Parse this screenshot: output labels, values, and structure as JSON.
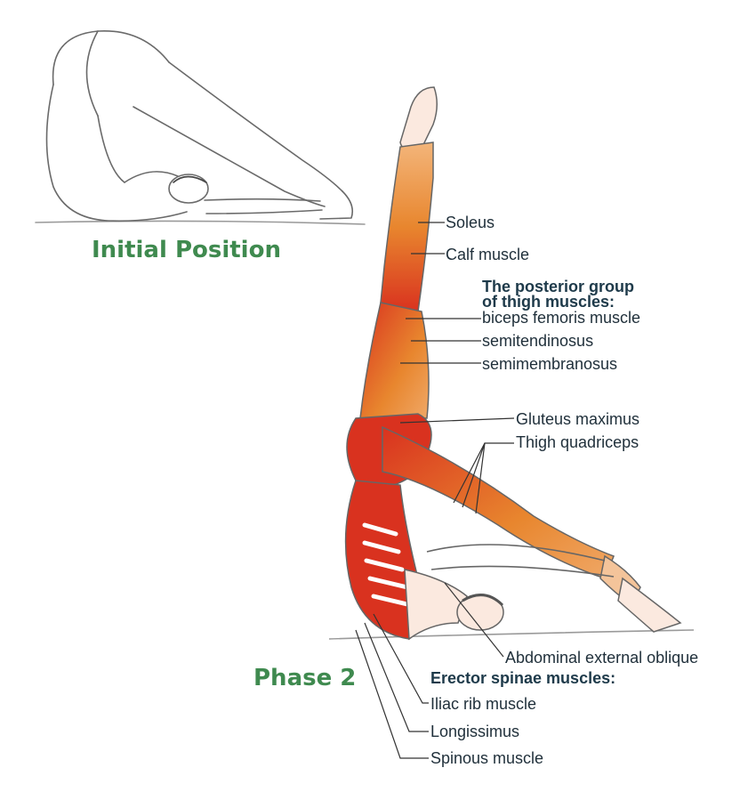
{
  "titles": {
    "initial": "Initial Position",
    "phase2": "Phase 2"
  },
  "labels": {
    "soleus": "Soleus",
    "calf": "Calf muscle",
    "posterior_group_line1": "The posterior group",
    "posterior_group_line2": "of thigh muscles:",
    "biceps_femoris": "biceps femoris muscle",
    "semitendinosus": "semitendinosus",
    "semimembranosus": "semimembranosus",
    "gluteus": "Gluteus maximus",
    "quadriceps": "Thigh quadriceps",
    "oblique": "Abdominal external oblique",
    "erector_header": "Erector spinae muscles:",
    "iliac": "Iliac rib muscle",
    "longissimus": "Longissimus",
    "spinous": "Spinous muscle"
  },
  "colors": {
    "title_green": "#3f8a4f",
    "muscle_red": "#d9321f",
    "muscle_orange": "#e8862e",
    "outline": "#555555",
    "leader_line": "#333333"
  }
}
